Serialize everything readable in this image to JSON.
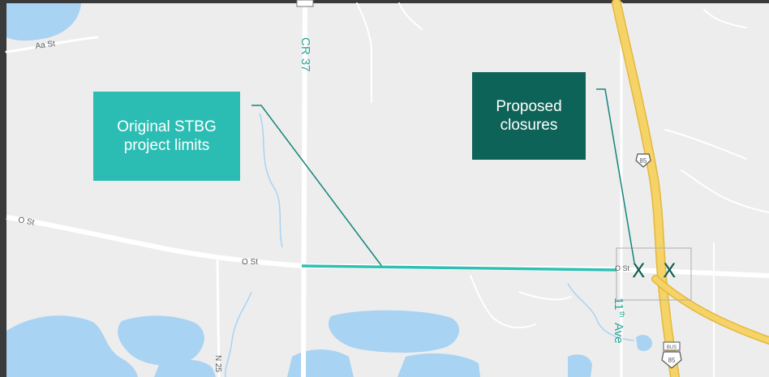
{
  "map": {
    "street_labels": {
      "aa_st": "Aa St",
      "cr_37": "CR 37",
      "o_st_west": "O St",
      "o_st_center": "O St",
      "o_st_east": "O St",
      "n_25": "N 25",
      "eleventh_ave": "11th Ave",
      "eleventh_ave_num": "11",
      "eleventh_ave_suffix": "th",
      "eleventh_ave_name": "Ave"
    },
    "shields": {
      "us85_north": "85",
      "bus85_label": "BUS",
      "bus85_number": "85"
    },
    "colors": {
      "land": "#ededed",
      "water": "#a9d3f2",
      "highway": "#f5d366",
      "highway_edge": "#e3b83e",
      "road": "#ffffff",
      "callout_line": "#14857a",
      "project_line": "#2fc0b4"
    }
  },
  "callouts": {
    "original_limits": {
      "line1": "Original STBG",
      "line2": "project limits"
    },
    "proposed_closures": {
      "line1": "Proposed",
      "line2": "closures"
    }
  },
  "closures": {
    "marker_1": "X",
    "marker_2": "X"
  }
}
